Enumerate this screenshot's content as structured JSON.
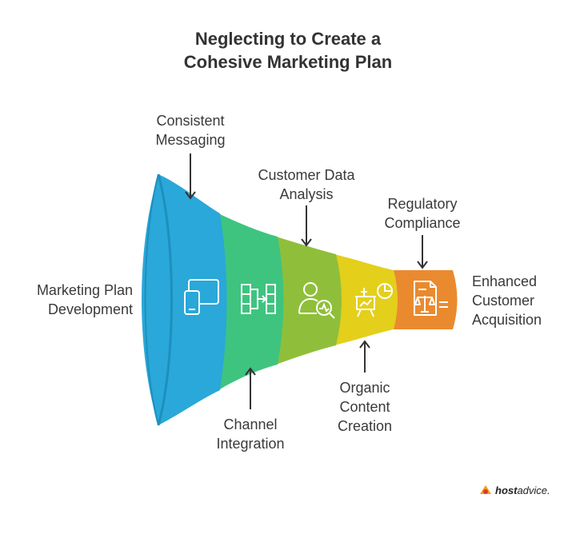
{
  "title": {
    "line1": "Neglecting to Create a",
    "line2": "Cohesive Marketing Plan"
  },
  "labels": {
    "marketing_plan": [
      "Marketing Plan",
      "Development"
    ],
    "consistent_messaging": [
      "Consistent",
      "Messaging"
    ],
    "channel_integration": [
      "Channel",
      "Integration"
    ],
    "customer_data": [
      "Customer Data",
      "Analysis"
    ],
    "organic_content": [
      "Organic",
      "Content",
      "Creation"
    ],
    "regulatory": [
      "Regulatory",
      "Compliance"
    ],
    "enhanced": [
      "Enhanced",
      "Customer",
      "Acquisition"
    ]
  },
  "colors": {
    "stage1": "#29a8d9",
    "stage2": "#3ec47f",
    "stage3": "#8fbf3a",
    "stage4": "#e4cf1b",
    "stage5": "#ea8a2f",
    "icon": "#ffffff",
    "arrow": "#333333"
  },
  "icons": [
    "devices-icon",
    "integration-icon",
    "user-analysis-icon",
    "presentation-chart-icon",
    "legal-document-icon"
  ],
  "logo": {
    "bold": "host",
    "rest": "advice."
  }
}
